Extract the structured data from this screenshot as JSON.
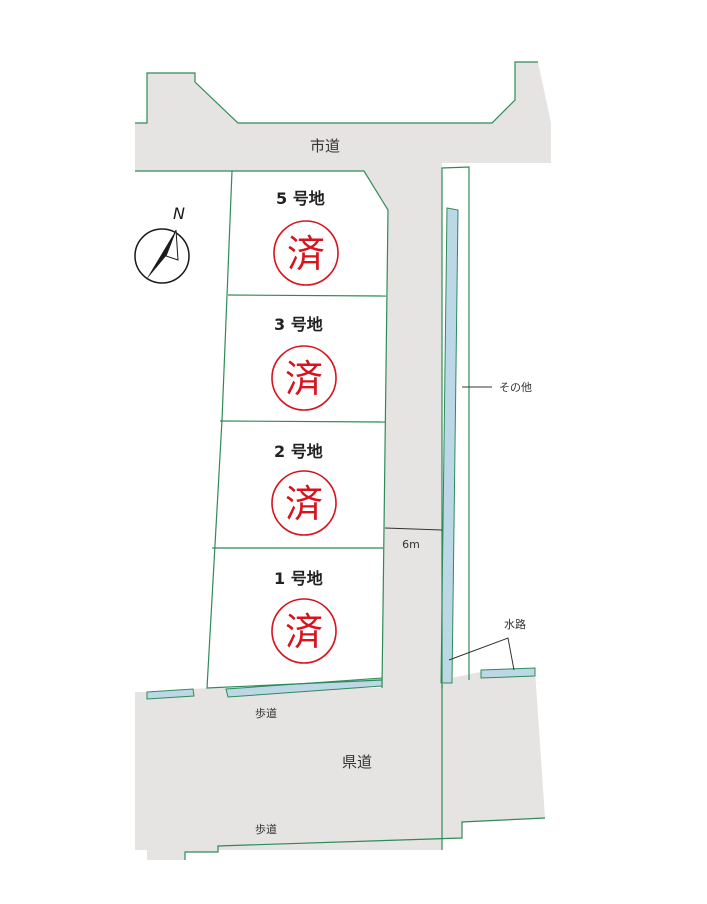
{
  "roads": {
    "city_road": "市道",
    "prefectural_road": "県道",
    "sidewalk_upper": "歩道",
    "sidewalk_lower": "歩道"
  },
  "labels": {
    "other": "その他",
    "width": "6m",
    "waterway": "水路",
    "north": "N"
  },
  "lots": [
    {
      "name": "5 号地",
      "status": "済"
    },
    {
      "name": "3 号地",
      "status": "済"
    },
    {
      "name": "2 号地",
      "status": "済"
    },
    {
      "name": "1 号地",
      "status": "済"
    }
  ],
  "colors": {
    "road": "#e6e4e2",
    "boundary": "#2e8b57",
    "water": "#bcd8e6",
    "stamp": "#d7141e",
    "compass": "#1a1a1a"
  }
}
